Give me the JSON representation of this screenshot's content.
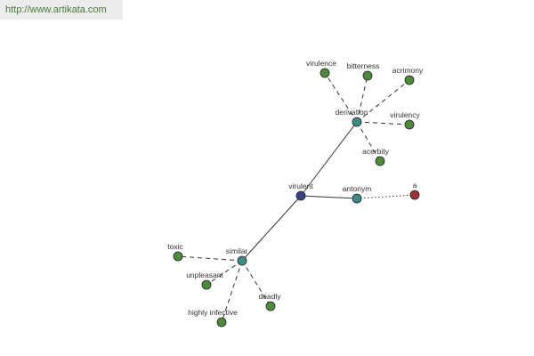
{
  "watermark": {
    "url": "http://www.artikata.com"
  },
  "colors": {
    "center": "#3a3f86",
    "hub": "#3f8a88",
    "leaf": "#4d8a3c",
    "antonym_leaf": "#9b3535"
  },
  "nodes": [
    {
      "id": "virulent",
      "label": "virulent",
      "kind": "center"
    },
    {
      "id": "derivation",
      "label": "derivation",
      "kind": "hub"
    },
    {
      "id": "antonym",
      "label": "antonym",
      "kind": "hub"
    },
    {
      "id": "similar",
      "label": "similar",
      "kind": "hub"
    },
    {
      "id": "virulence",
      "label": "virulence",
      "kind": "leaf"
    },
    {
      "id": "bitterness",
      "label": "bitterness",
      "kind": "leaf"
    },
    {
      "id": "acrimony",
      "label": "acrimony",
      "kind": "leaf"
    },
    {
      "id": "virulency",
      "label": "virulency",
      "kind": "leaf"
    },
    {
      "id": "acerbity",
      "label": "acerbity",
      "kind": "leaf"
    },
    {
      "id": "a",
      "label": "a",
      "kind": "antonym_leaf"
    },
    {
      "id": "toxic",
      "label": "toxic",
      "kind": "leaf"
    },
    {
      "id": "unpleasant",
      "label": "unpleasant",
      "kind": "leaf"
    },
    {
      "id": "deadly",
      "label": "deadly",
      "kind": "leaf"
    },
    {
      "id": "highly-infective",
      "label": "highly infective",
      "kind": "leaf"
    }
  ],
  "edges": [
    {
      "from": "virulent",
      "to": "derivation",
      "style": "solid"
    },
    {
      "from": "virulent",
      "to": "antonym",
      "style": "solid"
    },
    {
      "from": "virulent",
      "to": "similar",
      "style": "solid"
    },
    {
      "from": "derivation",
      "to": "virulence",
      "style": "dashed"
    },
    {
      "from": "derivation",
      "to": "bitterness",
      "style": "dashed"
    },
    {
      "from": "derivation",
      "to": "acrimony",
      "style": "dashed"
    },
    {
      "from": "derivation",
      "to": "virulency",
      "style": "dashed"
    },
    {
      "from": "derivation",
      "to": "acerbity",
      "style": "dashed"
    },
    {
      "from": "antonym",
      "to": "a",
      "style": "dotted"
    },
    {
      "from": "similar",
      "to": "toxic",
      "style": "dashed"
    },
    {
      "from": "similar",
      "to": "unpleasant",
      "style": "dashed"
    },
    {
      "from": "similar",
      "to": "deadly",
      "style": "dashed"
    },
    {
      "from": "similar",
      "to": "highly-infective",
      "style": "dashed"
    }
  ]
}
